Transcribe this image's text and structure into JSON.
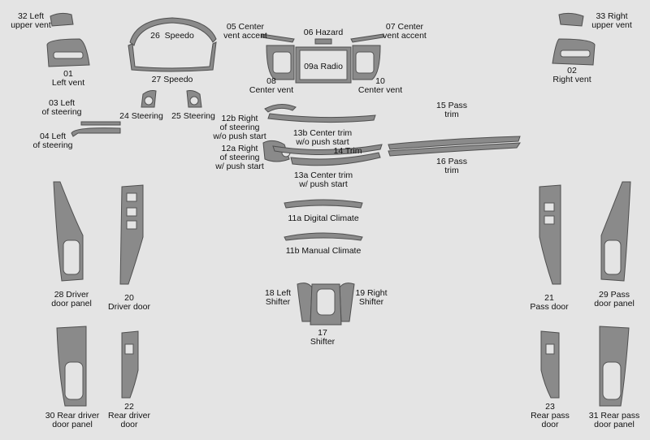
{
  "labels": [
    {
      "id": "32",
      "text": "32 Left\nupper vent"
    },
    {
      "id": "01",
      "text": "01\nLeft vent"
    },
    {
      "id": "26",
      "text": "26  Speedo"
    },
    {
      "id": "27",
      "text": "27 Speedo"
    },
    {
      "id": "05",
      "text": "05 Center\nvent accent"
    },
    {
      "id": "06",
      "text": "06 Hazard"
    },
    {
      "id": "07",
      "text": "07 Center\nvent accent"
    },
    {
      "id": "09a",
      "text": "09a Radio"
    },
    {
      "id": "08",
      "text": "08\nCenter vent"
    },
    {
      "id": "10",
      "text": "10\nCenter vent"
    },
    {
      "id": "33",
      "text": "33 Right\nupper vent"
    },
    {
      "id": "02",
      "text": "02\nRight vent"
    },
    {
      "id": "03",
      "text": "03 Left\nof steering"
    },
    {
      "id": "04",
      "text": "04 Left\nof steering"
    },
    {
      "id": "24",
      "text": "24 Steering"
    },
    {
      "id": "25",
      "text": "25 Steering"
    },
    {
      "id": "12b",
      "text": "12b Right\nof steering\nw/o push start"
    },
    {
      "id": "13b",
      "text": "13b Center trim\nw/o push start"
    },
    {
      "id": "15",
      "text": "15 Pass\ntrim"
    },
    {
      "id": "12a",
      "text": "12a Right\nof steering\nw/ push start"
    },
    {
      "id": "14",
      "text": "14 Trim"
    },
    {
      "id": "16",
      "text": "16 Pass\ntrim"
    },
    {
      "id": "13a",
      "text": "13a Center trim\nw/ push start"
    },
    {
      "id": "11a",
      "text": "11a Digital Climate"
    },
    {
      "id": "11b",
      "text": "11b Manual Climate"
    },
    {
      "id": "28",
      "text": "28 Driver\ndoor panel"
    },
    {
      "id": "20",
      "text": "20\nDriver door"
    },
    {
      "id": "18",
      "text": "18 Left\nShifter"
    },
    {
      "id": "19",
      "text": "19 Right\nShifter"
    },
    {
      "id": "17",
      "text": "17\nShifter"
    },
    {
      "id": "21",
      "text": "21\nPass door"
    },
    {
      "id": "29",
      "text": "29 Pass\ndoor panel"
    },
    {
      "id": "30",
      "text": "30 Rear driver\ndoor panel"
    },
    {
      "id": "22",
      "text": "22\nRear driver\ndoor"
    },
    {
      "id": "23",
      "text": "23\nRear pass\ndoor"
    },
    {
      "id": "31",
      "text": "31 Rear pass\ndoor panel"
    }
  ],
  "colors": {
    "background": "#e4e4e4",
    "part_fill": "#8a8a8a",
    "part_stroke": "#4f4f4f"
  }
}
